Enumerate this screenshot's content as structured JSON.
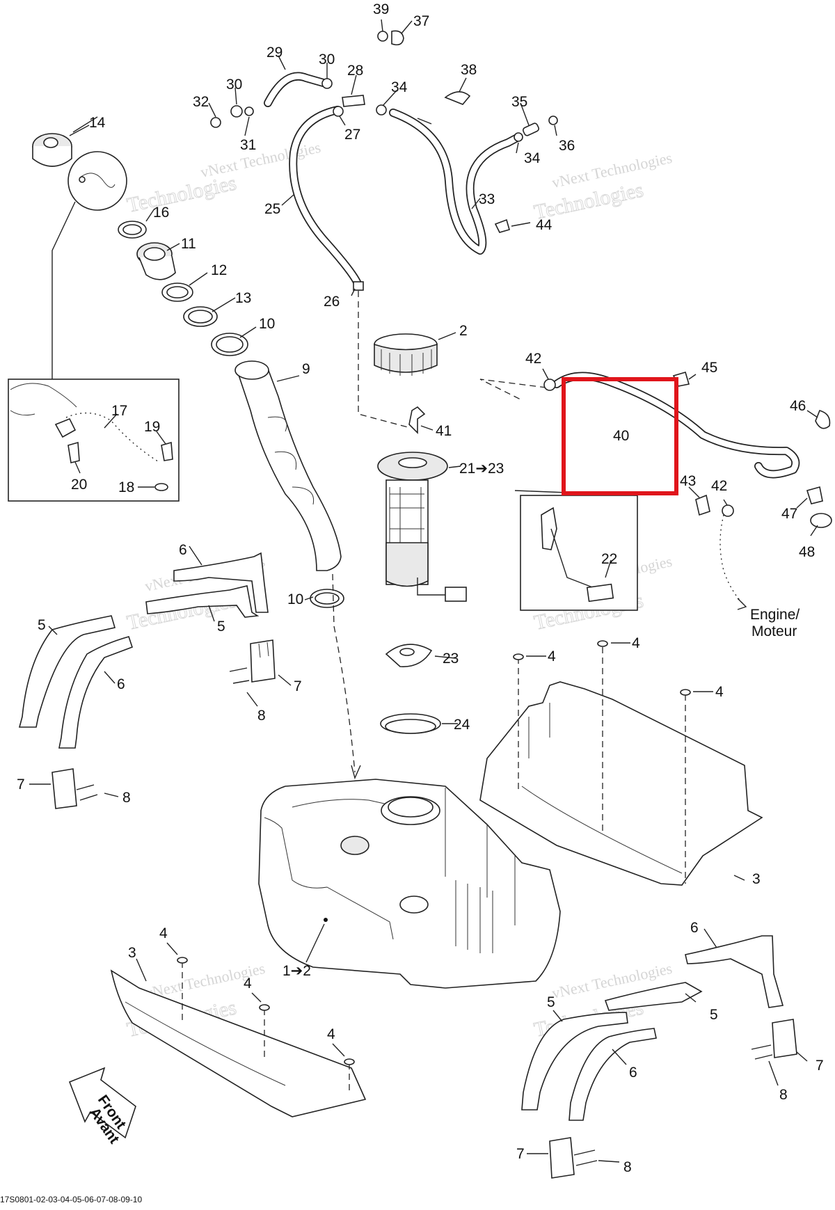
{
  "diagram": {
    "footer_code": "17S0801-02-03-04-05-06-07-08-09-10",
    "watermark_line1": "vNext",
    "watermark_line2": "vNext Technologies",
    "watermark_line3": "Technologies",
    "engine_label_en": "Engine/",
    "engine_label_fr": "Moteur",
    "front_label_en": "Front",
    "front_label_fr": "Avant",
    "highlight_color": "#e0151b",
    "highlighted_part": "40",
    "callouts": {
      "c39": "39",
      "c37": "37",
      "c29": "29",
      "c30a": "30",
      "c28": "28",
      "c38": "38",
      "c34a": "34",
      "c32": "32",
      "c30b": "30",
      "c31": "31",
      "c27": "27",
      "c35": "35",
      "c36": "36",
      "c34b": "34",
      "c14": "14",
      "c25": "25",
      "c33": "33",
      "c44": "44",
      "c16": "16",
      "c11": "11",
      "c12": "12",
      "c13": "13",
      "c26": "26",
      "c10a": "10",
      "c2": "2",
      "c9": "9",
      "c42a": "42",
      "c45": "45",
      "c46": "46",
      "c40": "40",
      "c17": "17",
      "c19": "19",
      "c41": "41",
      "c20": "20",
      "c18": "18",
      "c2123": "21➔23",
      "c43": "43",
      "c42b": "42",
      "c47": "47",
      "c48": "48",
      "c22": "22",
      "c6a": "6",
      "c10b": "10",
      "c5a": "5",
      "c5b": "5",
      "c6b": "6",
      "c7a": "7",
      "c8a": "8",
      "c23": "23",
      "c4a": "4",
      "c4b": "4",
      "c4c": "4",
      "c24": "24",
      "c7b": "7",
      "c8b": "8",
      "c3a": "3",
      "c12tank": "1➔2",
      "c3b": "3",
      "c4d": "4",
      "c4e": "4",
      "c4f": "4",
      "c6c": "6",
      "c5c": "5",
      "c5d": "5",
      "c6d": "6",
      "c7c": "7",
      "c8c": "8",
      "c7d": "7",
      "c8d": "8"
    }
  }
}
